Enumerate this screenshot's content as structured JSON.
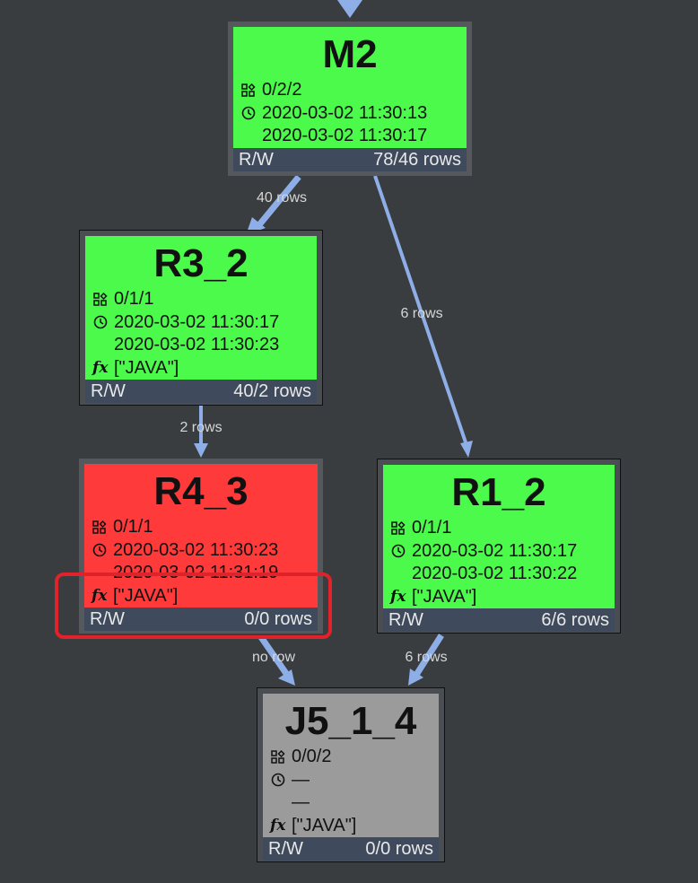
{
  "edge_labels": [
    "40 rows",
    "6 rows",
    "2 rows",
    "no row",
    "6 rows"
  ],
  "colors": {
    "background": "#3a3d40",
    "edge": "#8eaee8",
    "status_ok": "#4bfa4b",
    "status_failed": "#ff3a3a",
    "status_pending": "#9b9b9b",
    "footer": "#3f4a5c",
    "highlight": "#e0222a"
  },
  "nodes": {
    "m2": {
      "title": "M2",
      "tasks": "0/2/2",
      "start_time": "2020-03-02 11:30:13",
      "end_time": "2020-03-02 11:30:17",
      "mode": "R/W",
      "rows": "78/46 rows",
      "status": "ok"
    },
    "r3_2": {
      "title": "R3_2",
      "tasks": "0/1/1",
      "start_time": "2020-03-02 11:30:17",
      "end_time": "2020-03-02 11:30:23",
      "functions": "[\"JAVA\"]",
      "mode": "R/W",
      "rows": "40/2 rows",
      "status": "ok"
    },
    "r4_3": {
      "title": "R4_3",
      "tasks": "0/1/1",
      "start_time": "2020-03-02 11:30:23",
      "end_time": "2020-03-02 11:31:19",
      "functions": "[\"JAVA\"]",
      "mode": "R/W",
      "rows": "0/0 rows",
      "status": "failed"
    },
    "r1_2": {
      "title": "R1_2",
      "tasks": "0/1/1",
      "start_time": "2020-03-02 11:30:17",
      "end_time": "2020-03-02 11:30:22",
      "functions": "[\"JAVA\"]",
      "mode": "R/W",
      "rows": "6/6 rows",
      "status": "ok"
    },
    "j5_1_4": {
      "title": "J5_1_4",
      "tasks": "0/0/2",
      "start_time": "—",
      "end_time": "—",
      "functions": "[\"JAVA\"]",
      "mode": "R/W",
      "rows": "0/0 rows",
      "status": "pending"
    }
  }
}
